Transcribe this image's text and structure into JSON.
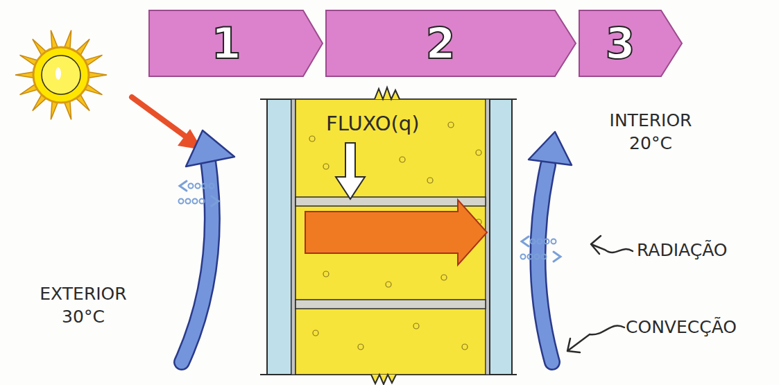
{
  "diagram": {
    "nodes": [
      {
        "text": [
          "1"
        ]
      },
      {
        "text": [
          "2"
        ]
      },
      {
        "text": [
          "3"
        ]
      },
      {
        "text": [
          "FLUXO(q)"
        ]
      }
    ],
    "labels": [
      "EXTERIOR 30°C",
      "INTERIOR 20°C",
      "RADIAÇÃO",
      "CONVECÇÃO"
    ]
  }
}
